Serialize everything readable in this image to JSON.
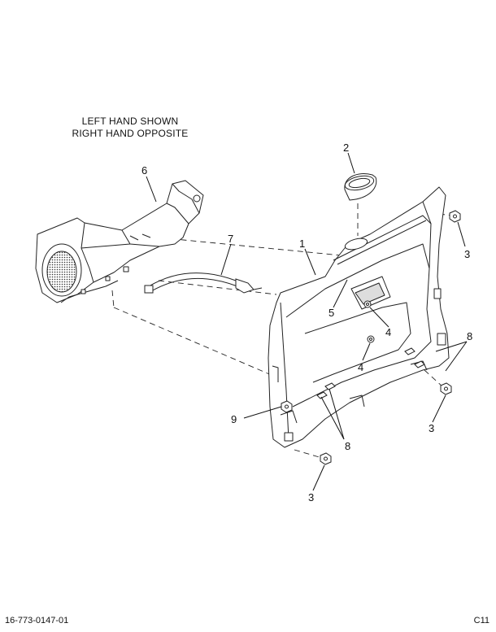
{
  "note": {
    "line1": "LEFT HAND SHOWN",
    "line2": "RIGHT HAND OPPOSITE"
  },
  "callouts": [
    {
      "id": "c2",
      "label": "2"
    },
    {
      "id": "c6",
      "label": "6"
    },
    {
      "id": "c7",
      "label": "7"
    },
    {
      "id": "c1",
      "label": "1"
    },
    {
      "id": "c3a",
      "label": "3"
    },
    {
      "id": "c5",
      "label": "5"
    },
    {
      "id": "c4a",
      "label": "4"
    },
    {
      "id": "c4b",
      "label": "4"
    },
    {
      "id": "c8a",
      "label": "8"
    },
    {
      "id": "c9",
      "label": "9"
    },
    {
      "id": "c3b",
      "label": "3"
    },
    {
      "id": "c8b",
      "label": "8"
    },
    {
      "id": "c3c",
      "label": "3"
    }
  ],
  "footer": {
    "drawing_number": "16-773-0147-01",
    "sheet": "C11"
  }
}
